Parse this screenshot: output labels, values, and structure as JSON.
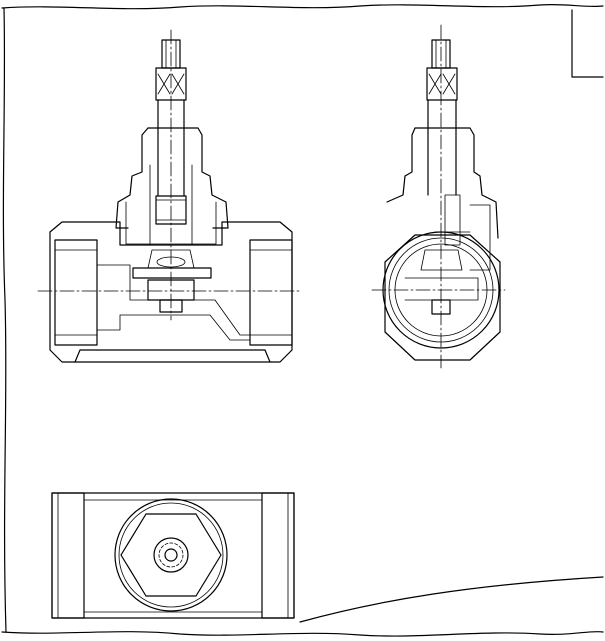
{
  "sheet": {
    "background": "#ffffff",
    "line_color": "#000000",
    "views": [
      "front-section",
      "side-section",
      "top-plan"
    ],
    "icons": [
      "valve-cross-section",
      "valve-side-section",
      "hex-nut-top-view"
    ]
  }
}
